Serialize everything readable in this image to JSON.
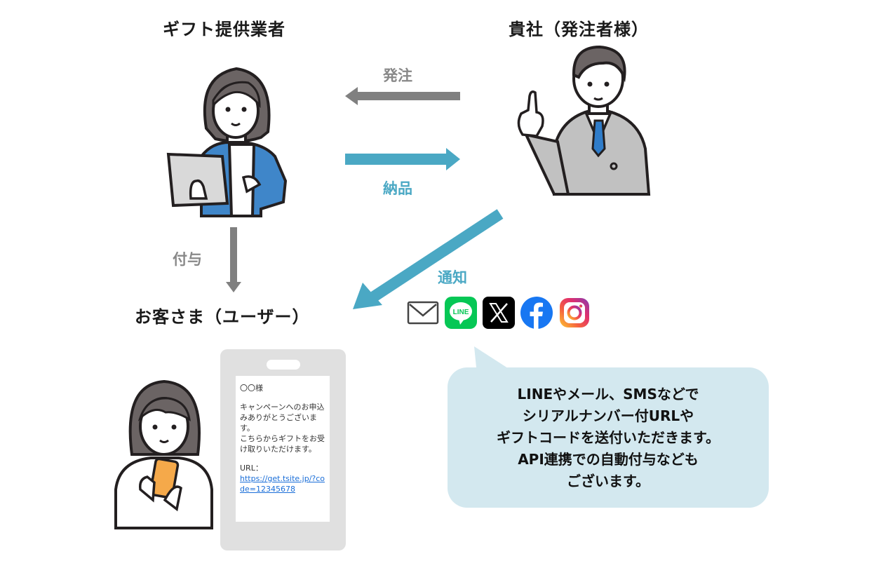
{
  "actors": {
    "provider": {
      "label": "ギフト提供業者"
    },
    "company": {
      "label": "貴社（発注者様）"
    },
    "customer": {
      "label": "お客さま（ユーザー）"
    }
  },
  "flows": {
    "order": {
      "label": "発注",
      "direction": "company-to-provider",
      "color": "#808080"
    },
    "delivery": {
      "label": "納品",
      "direction": "provider-to-company",
      "color": "#4aa8c4"
    },
    "grant": {
      "label": "付与",
      "direction": "provider-to-customer",
      "color": "#808080"
    },
    "notify": {
      "label": "通知",
      "direction": "company-to-customer",
      "color": "#4aa8c4"
    }
  },
  "channels": [
    {
      "name": "mail",
      "icon": "envelope-icon"
    },
    {
      "name": "LINE",
      "icon": "line-icon",
      "text": "LINE",
      "color": "#06c755"
    },
    {
      "name": "X",
      "icon": "x-icon",
      "color": "#000000"
    },
    {
      "name": "Facebook",
      "icon": "facebook-icon",
      "color": "#1877f2"
    },
    {
      "name": "Instagram",
      "icon": "instagram-icon"
    }
  ],
  "phone_message": {
    "greeting": "〇〇様",
    "body_1": "キャンペーンへのお申込みありがとうございます。",
    "body_2": "こちらからギフトをお受け取りいただけます。",
    "url_label": "URL：",
    "url": "https://get.tsite.jp/?code=12345678"
  },
  "callout": {
    "lines": [
      "LINEやメール、SMSなどで",
      "シリアルナンバー付URLや",
      "ギフトコードを送付いただきます。",
      "API連携での自動付与なども",
      "ございます。"
    ],
    "background": "#d3e8ef"
  }
}
